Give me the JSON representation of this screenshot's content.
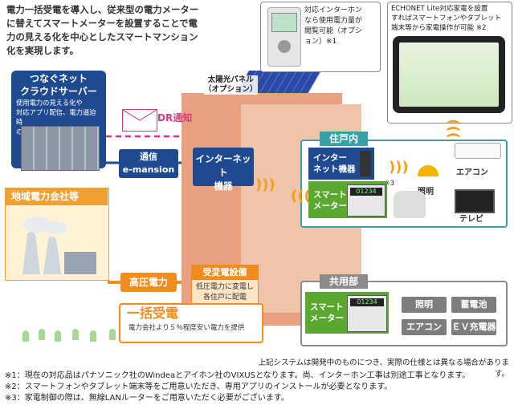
{
  "intro": "電力一括受電を導入し、従来型の電力メーター\nに替えてスマートメーターを設置することで電\n力の見える化を中心としたスマートマンション\n化を実現します。",
  "cloud_server": {
    "title": "つなぐネット\nクラウドサーバー",
    "desc": "使用電力の見える化や\n対応アプリ配信、電力逼迫時\nのデマンドレスポンス等"
  },
  "dr_notice": "DR通知",
  "emansion": {
    "line1": "通信",
    "line2": "e-mansion"
  },
  "internet_device": "インターネット\n機器",
  "solar_panel": "太陽光パネル\n（オプション）",
  "regional_power": "地域電力会社等",
  "high_voltage": "高圧電力",
  "substation": {
    "title": "受変電設備",
    "desc": "低圧電力に変電し\n各住戸に配電"
  },
  "bulk_receive": {
    "title": "一括受電",
    "desc": "電力会社より５％程度安い電力を提供"
  },
  "intercom_note": "対応インターホン\nなら使用電力量が\n閲覧可能（オプシ\nョン）※1",
  "echonet_note": "ECHONET Lite対応家電を設置\nすればスマートフォンやタブレット\n端末等から家電操作が可能 ※2",
  "residence": {
    "tag": "住戸内",
    "internet_device": "インター\nネット機器",
    "mark3": "※3",
    "smart_meter": "スマート\nメーター",
    "meter_digits": "01234",
    "light": "照明",
    "aircon": "エアコン",
    "tv": "テレビ"
  },
  "common_area": {
    "tag": "共用部",
    "smart_meter": "スマート\nメーター",
    "meter_digits": "01234",
    "items": [
      "照明",
      "蓄電池",
      "エアコン",
      "ＥＶ充電器"
    ]
  },
  "disclaimer": "上記システムは開発中のものにつき、実際の仕様とは異なる場合があります。",
  "footnotes": [
    "※1：現在の対応品はパナソニック社のWindeaとアイホン社のVIXUSとなります。尚、インターホン工事は別途工事となります。",
    "※2：スマートフォンやタブレット端末等をご用意いただき、専用アプリのインストールが必要となります。",
    "※3：家電制御の際は、無線LANルーターをご用意いただく必要がございます。"
  ],
  "colors": {
    "navy": "#1f4a90",
    "orange": "#f08c1e",
    "teal": "#3aa0a8",
    "green": "#5aa830",
    "pink": "#d63a7a",
    "gray": "#7d7d7d"
  }
}
